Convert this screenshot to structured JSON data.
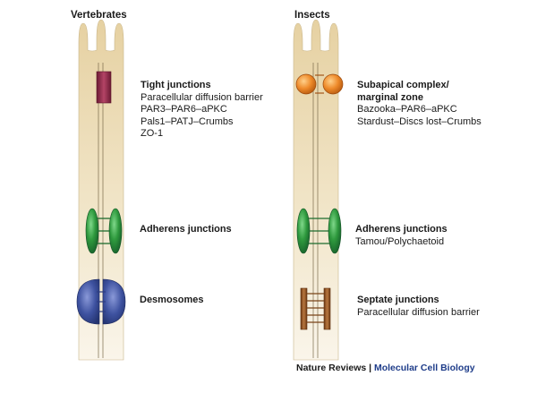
{
  "panels": {
    "left": {
      "title": "Vertebrates",
      "tight": {
        "heading": "Tight junctions",
        "lines": [
          "Paracellular diffusion barrier",
          "PAR3–PAR6–aPKC",
          "Pals1–PATJ–Crumbs",
          "ZO-1"
        ]
      },
      "adherens": {
        "heading": "Adherens junctions"
      },
      "desmo": {
        "heading": "Desmosomes"
      }
    },
    "right": {
      "title": "Insects",
      "subapical": {
        "heading_line1": "Subapical complex/",
        "heading_line2": "marginal zone",
        "lines": [
          "Bazooka–PAR6–aPKC",
          "Stardust–Discs lost–Crumbs"
        ]
      },
      "adherens": {
        "heading": "Adherens junctions",
        "lines": [
          "Tamou/Polychaetoid"
        ]
      },
      "septate": {
        "heading": "Septate junctions",
        "lines": [
          "Paracellular diffusion barrier"
        ]
      }
    }
  },
  "credit": {
    "publisher": "Nature Reviews",
    "separator": " | ",
    "journal": "Molecular Cell Biology"
  },
  "colors": {
    "cell_top": "#ead8ad",
    "cell_bottom": "#f7f0de",
    "tight_junction": "#8e2746",
    "adherens": "#2f8c3b",
    "desmosome": "#3a4e98",
    "subapical": "#e9872a",
    "septate": "#8a4f25",
    "journal_text": "#1f3d8a"
  }
}
